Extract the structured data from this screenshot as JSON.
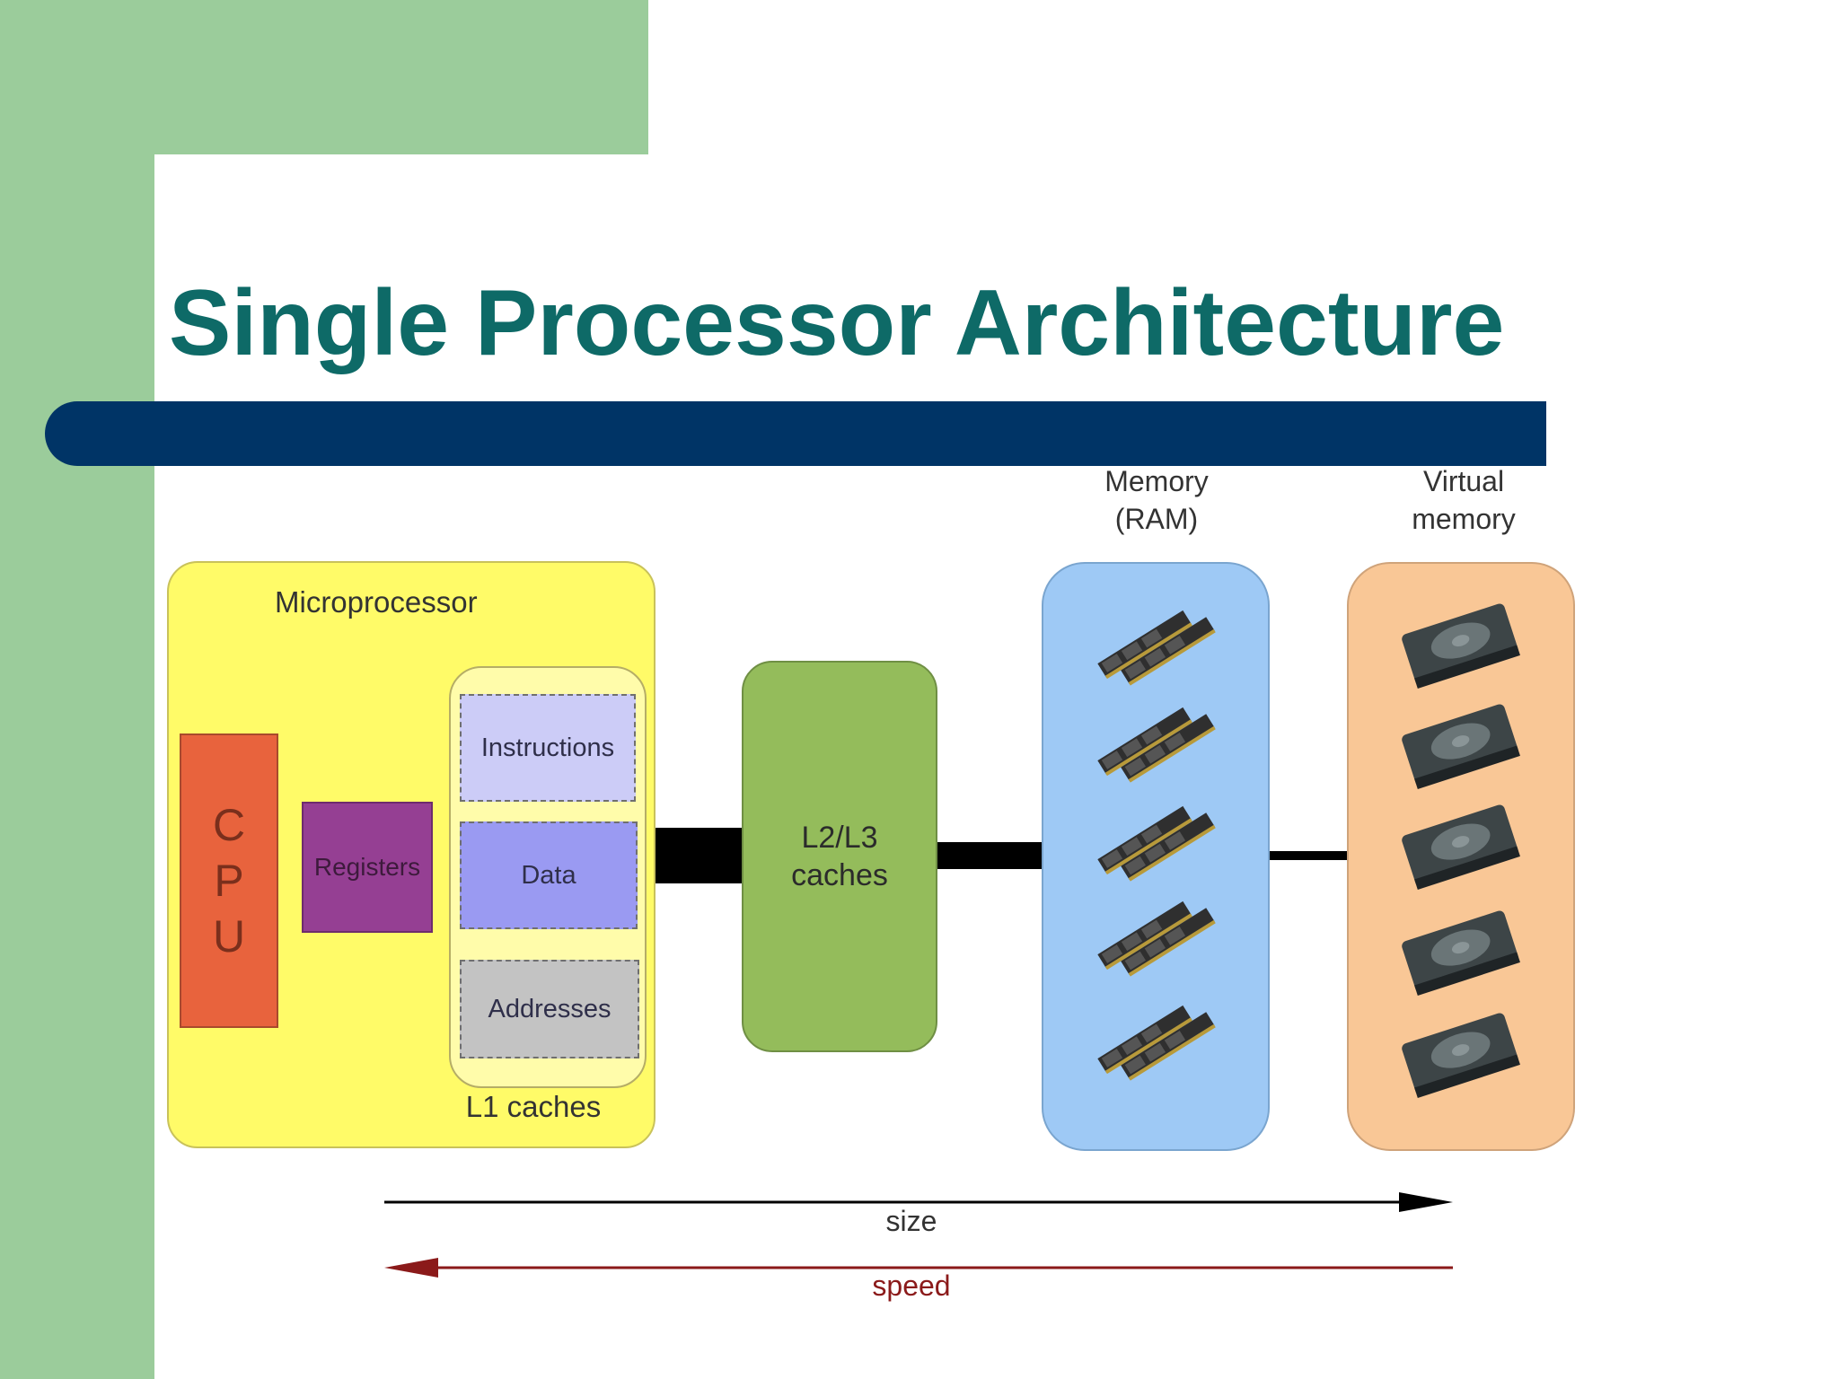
{
  "slide": {
    "title": "Single Processor Architecture"
  },
  "diagram": {
    "microprocessor_label": "Microprocessor",
    "cpu_letters": [
      "C",
      "P",
      "U"
    ],
    "registers_label": "Registers",
    "l1": {
      "instructions": "Instructions",
      "data": "Data",
      "addresses": "Addresses",
      "label": "L1 caches"
    },
    "l2l3_line1": "L2/L3",
    "l2l3_line2": "caches",
    "ram_line1": "Memory",
    "ram_line2": "(RAM)",
    "vm_line1": "Virtual",
    "vm_line2": "memory",
    "size_label": "size",
    "speed_label": "speed"
  },
  "colors": {
    "title": "#0e6a67",
    "title_bar": "#003466",
    "sidebar_green": "#9bcc9b",
    "microprocessor": "#fffb68",
    "cpu": "#e8633d",
    "registers": "#953f93",
    "l2l3": "#94bc5b",
    "ram": "#9ec9f5",
    "virtual_memory": "#f9c796",
    "speed_arrow": "#8b1a1a"
  },
  "icons": [
    "ram-module-icon",
    "hard-disk-icon"
  ]
}
